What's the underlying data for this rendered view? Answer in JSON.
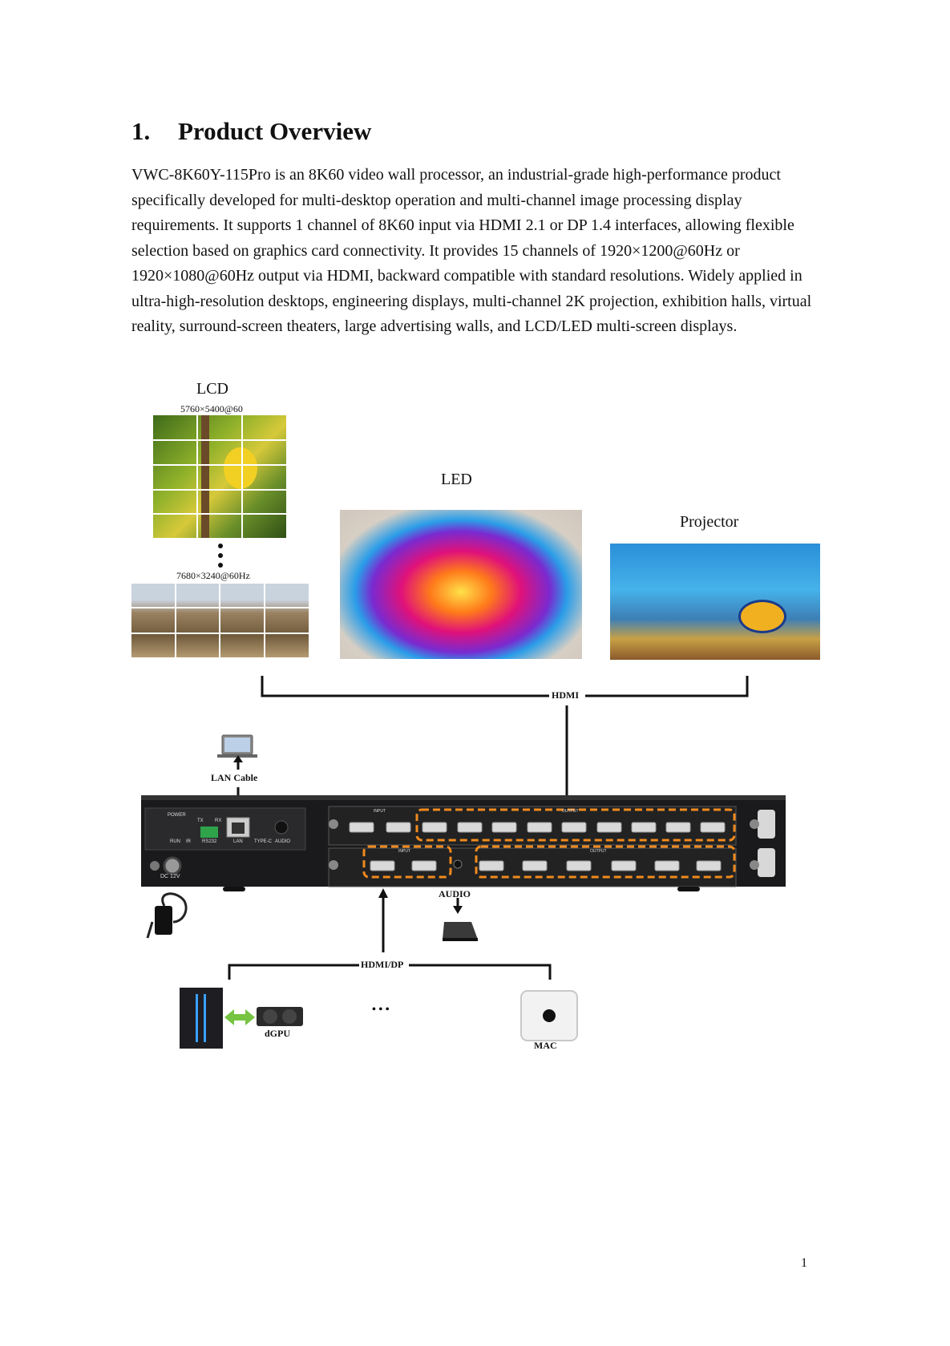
{
  "section": {
    "number": "1.",
    "title": "Product Overview"
  },
  "paragraph": "VWC-8K60Y-115Pro is an 8K60 video wall processor, an industrial-grade high-performance product specifically developed for multi-desktop operation and multi-channel image processing display requirements. It supports 1 channel of 8K60 input via HDMI 2.1 or DP 1.4 interfaces, allowing flexible selection based on graphics card connectivity. It provides 15 channels of 1920×1200@60Hz or 1920×1080@60Hz output via HDMI, backward compatible with standard resolutions. Widely applied in ultra-high-resolution desktops, engineering displays, multi-channel 2K projection, exhibition halls, virtual reality, surround-screen theaters, large advertising walls, and LCD/LED multi-screen displays.",
  "diagram": {
    "lcd_label": "LCD",
    "lcd_res1": "5760×5400@60",
    "lcd_res2": "7680×3240@60Hz",
    "led_label": "LED",
    "projector_label": "Projector",
    "hdmi_label": "HDMI",
    "lan_label": "LAN Cable",
    "audio_label": "AUDIO",
    "hdmidp_label": "HDMI/DP",
    "dgpu_label": "dGPU",
    "mac_label": "MAC",
    "ellipsis": "• • •",
    "device": {
      "power": "POWER",
      "run": "RUN",
      "ir": "IR",
      "tx": "TX",
      "rx": "RX",
      "rs232": "RS232",
      "lan": "LAN",
      "typec": "TYPE-C",
      "audio": "AUDIO",
      "dc": "DC 12V",
      "input": "INPUT",
      "output": "OUTPUT"
    }
  },
  "page_number": "1"
}
